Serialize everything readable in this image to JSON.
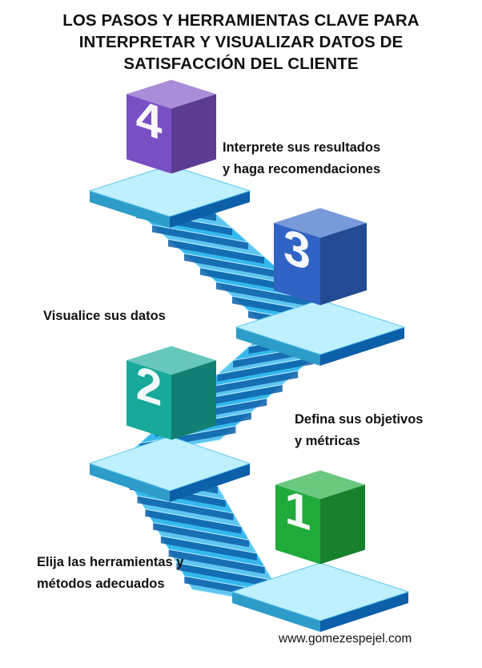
{
  "title": {
    "line1": "LOS PASOS Y HERRAMIENTAS CLAVE PARA",
    "line2": "INTERPRETAR Y VISUALIZAR DATOS DE",
    "line3": "SATISFACCIÓN DEL CLIENTE"
  },
  "steps": [
    {
      "number": "1",
      "line1": "Elija las herramientas y",
      "line2": "métodos adecuados",
      "color": "#1faa3a"
    },
    {
      "number": "2",
      "line1": "Defina sus objetivos",
      "line2": "y métricas",
      "color": "#17a99a"
    },
    {
      "number": "3",
      "line1": "Visualice sus datos",
      "line2": "",
      "color": "#2f63c4"
    },
    {
      "number": "4",
      "line1": "Interprete sus resultados",
      "line2": "y haga recomendaciones",
      "color": "#7a4fc4"
    }
  ],
  "colors": {
    "stairs_light": "#bff0ff",
    "stairs_mid": "#35b8ec",
    "stairs_dark": "#0c5fa8"
  },
  "footer": "www.gomezespejel.com"
}
